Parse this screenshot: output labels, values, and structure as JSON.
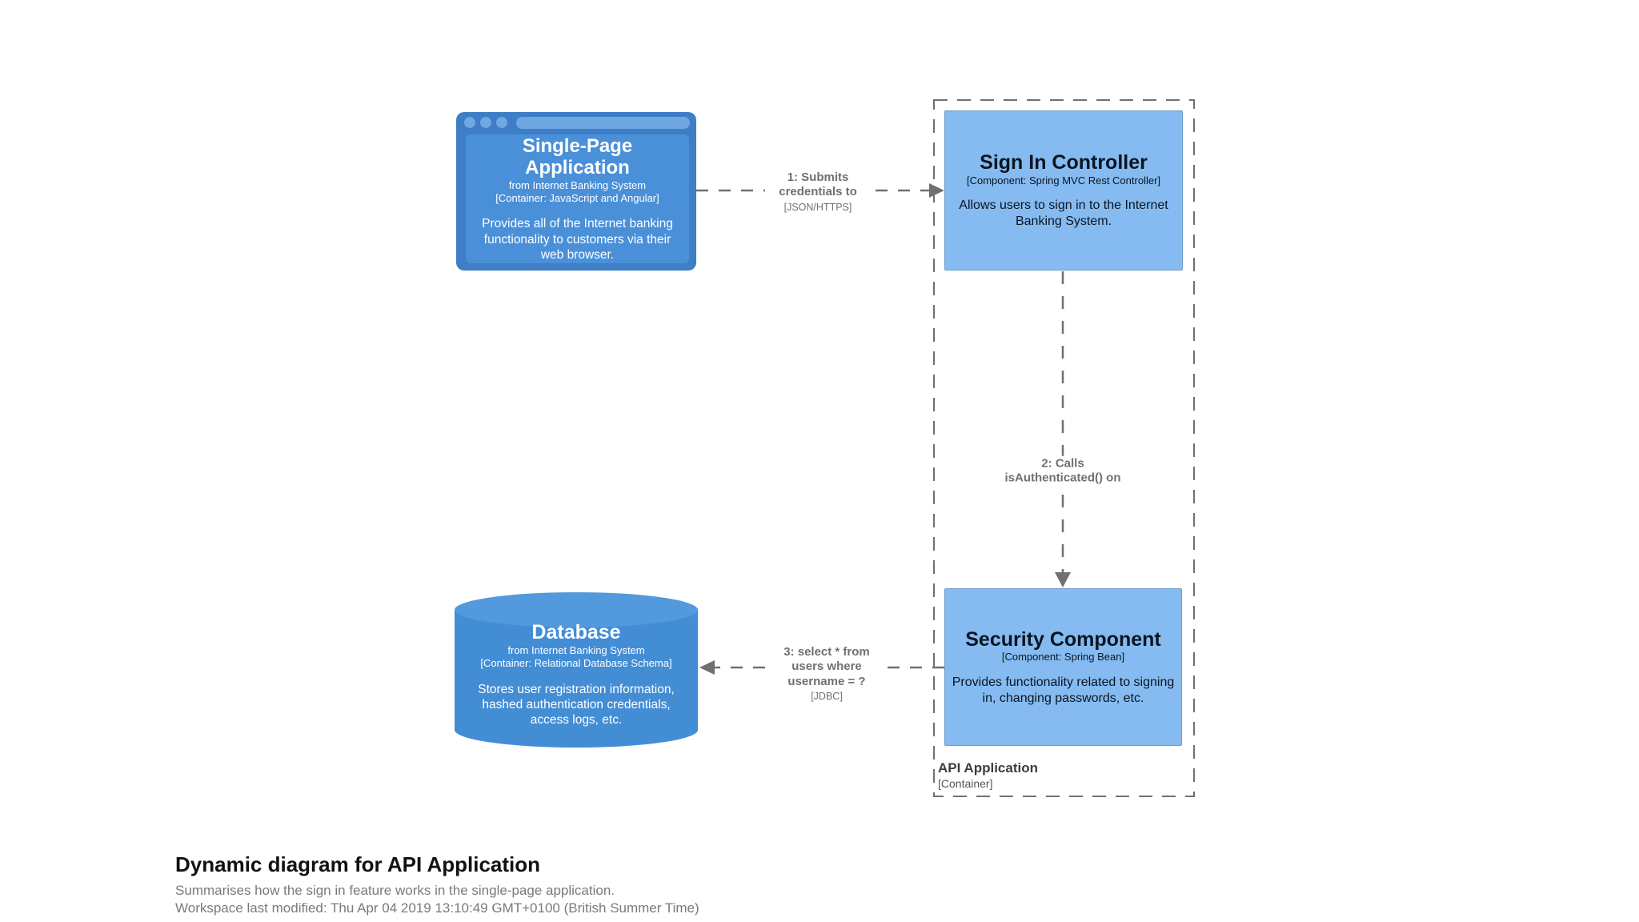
{
  "colors": {
    "container_blue": "#438dd5",
    "browser_frame_blue": "#3d7ec6",
    "component_blue": "#85bbf0",
    "relationship_gray": "#707070",
    "background": "#ffffff"
  },
  "boundary": {
    "name": "API Application",
    "type": "[Container]"
  },
  "nodes": {
    "spa": {
      "title": "Single-Page Application",
      "origin": "from Internet Banking System",
      "type": "[Container: JavaScript and Angular]",
      "description": "Provides all of the Internet banking functionality to customers via their web browser."
    },
    "sign_in_controller": {
      "title": "Sign In Controller",
      "type": "[Component: Spring MVC Rest Controller]",
      "description": "Allows users to sign in to the Internet Banking System."
    },
    "database": {
      "title": "Database",
      "origin": "from Internet Banking System",
      "type": "[Container: Relational Database Schema]",
      "description": "Stores user registration information, hashed authentication credentials, access logs, etc."
    },
    "security_component": {
      "title": "Security Component",
      "type": "[Component: Spring Bean]",
      "description": "Provides functionality related to signing in, changing passwords, etc."
    }
  },
  "relationships": {
    "r1": {
      "label": "1: Submits credentials to",
      "technology": "[JSON/HTTPS]"
    },
    "r2": {
      "label": "2: Calls isAuthenticated() on",
      "technology": ""
    },
    "r3": {
      "label": "3: select * from users where username = ?",
      "technology": "[JDBC]"
    }
  },
  "footer": {
    "title": "Dynamic diagram for API Application",
    "subtitle": "Summarises how the sign in feature works in the single-page application.",
    "last_modified": "Workspace last modified: Thu Apr 04 2019 13:10:49 GMT+0100 (British Summer Time)"
  }
}
